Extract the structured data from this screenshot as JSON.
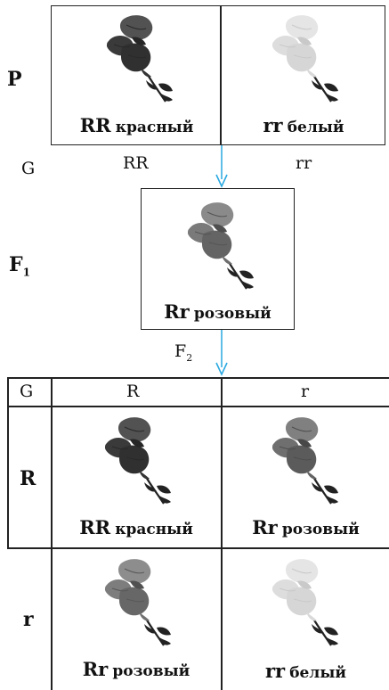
{
  "parents": {
    "row_label": "P",
    "left": {
      "genotype": "RR",
      "phenotype": "красный",
      "shade": "#3a3a3a"
    },
    "right": {
      "genotype": "rr",
      "phenotype": "белый",
      "shade": "#e4e4e4"
    }
  },
  "gametes": {
    "row_label": "G",
    "left": "RR",
    "right": "rr"
  },
  "f1": {
    "row_label": "F",
    "row_sub": "1",
    "genotype": "Rr",
    "phenotype": "розовый",
    "shade": "#7a7a7a"
  },
  "f2": {
    "label": "F",
    "label_sub": "2",
    "header": {
      "corner": "G",
      "col1": "R",
      "col2": "r"
    },
    "rows": [
      {
        "label": "R",
        "cells": [
          {
            "genotype": "RR",
            "phenotype": "красный",
            "shade": "#3a3a3a"
          },
          {
            "genotype": "Rr",
            "phenotype": "розовый",
            "shade": "#6f6f6f"
          }
        ]
      },
      {
        "label": "r",
        "cells": [
          {
            "genotype": "Rr",
            "phenotype": "розовый",
            "shade": "#7d7d7d"
          },
          {
            "genotype": "rr",
            "phenotype": "белый",
            "shade": "#e4e4e4"
          }
        ]
      }
    ]
  },
  "colors": {
    "arrow": "#29a8e0",
    "line": "#222222",
    "stem": "#222222"
  }
}
